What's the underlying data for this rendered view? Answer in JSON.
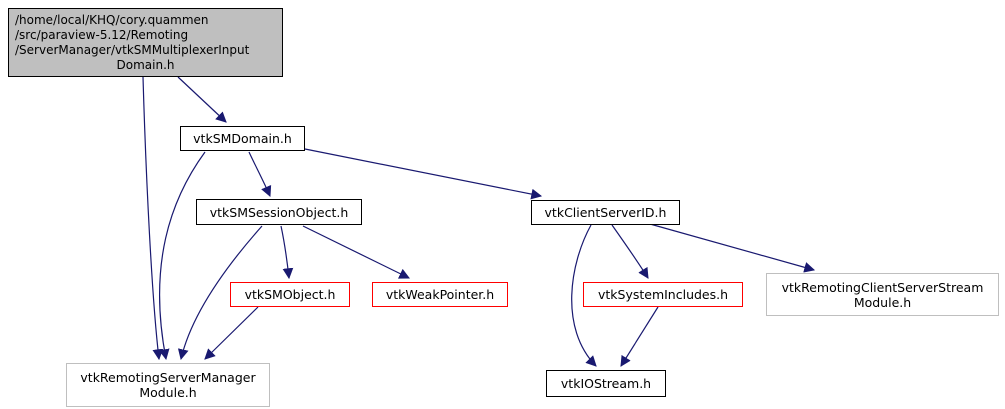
{
  "diagram": {
    "type": "include-dependency-graph",
    "edge_color": "#191970",
    "root_fill": "#bfbfbf",
    "truncated_border_color": "#ff0000",
    "module_border_color": "#bfbfbf",
    "nodes": {
      "main": {
        "lines": [
          "/home/local/KHQ/cory.quammen",
          "/src/paraview-5.12/Remoting",
          "/ServerManager/vtkSMMultiplexerInput",
          "Domain.h"
        ]
      },
      "smdomain": {
        "label": "vtkSMDomain.h"
      },
      "smsessionobject": {
        "label": "vtkSMSessionObject.h"
      },
      "clientserverid": {
        "label": "vtkClientServerID.h"
      },
      "smobject": {
        "label": "vtkSMObject.h"
      },
      "weakpointer": {
        "label": "vtkWeakPointer.h"
      },
      "systemincludes": {
        "label": "vtkSystemIncludes.h"
      },
      "remotingclientserverstreammodule": {
        "lines": [
          "vtkRemotingClientServerStream",
          "Module.h"
        ]
      },
      "remotingservermanagermodule": {
        "lines": [
          "vtkRemotingServerManager",
          "Module.h"
        ]
      },
      "iostream": {
        "label": "vtkIOStream.h"
      }
    },
    "edges": [
      {
        "from": "vtkSMMultiplexerInputDomain.h",
        "to": "vtkSMDomain.h"
      },
      {
        "from": "vtkSMMultiplexerInputDomain.h",
        "to": "vtkRemotingServerManagerModule.h"
      },
      {
        "from": "vtkSMDomain.h",
        "to": "vtkSMSessionObject.h"
      },
      {
        "from": "vtkSMDomain.h",
        "to": "vtkClientServerID.h"
      },
      {
        "from": "vtkSMDomain.h",
        "to": "vtkRemotingServerManagerModule.h"
      },
      {
        "from": "vtkSMSessionObject.h",
        "to": "vtkSMObject.h"
      },
      {
        "from": "vtkSMSessionObject.h",
        "to": "vtkWeakPointer.h"
      },
      {
        "from": "vtkSMSessionObject.h",
        "to": "vtkRemotingServerManagerModule.h"
      },
      {
        "from": "vtkSMObject.h",
        "to": "vtkRemotingServerManagerModule.h"
      },
      {
        "from": "vtkClientServerID.h",
        "to": "vtkIOStream.h"
      },
      {
        "from": "vtkClientServerID.h",
        "to": "vtkSystemIncludes.h"
      },
      {
        "from": "vtkClientServerID.h",
        "to": "vtkRemotingClientServerStreamModule.h"
      },
      {
        "from": "vtkSystemIncludes.h",
        "to": "vtkIOStream.h"
      }
    ]
  }
}
